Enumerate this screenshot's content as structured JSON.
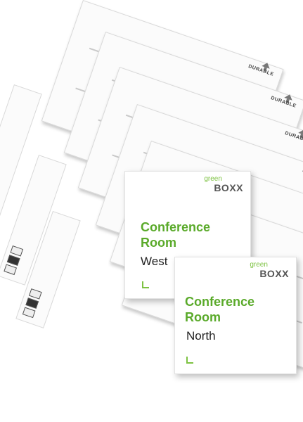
{
  "sheets": {
    "brand_label": "DURABLE",
    "count": 6
  },
  "cards": [
    {
      "logo_green": "green",
      "logo_boxx": "BOXX",
      "title": "Conference Room",
      "room": "West"
    },
    {
      "logo_green": "green",
      "logo_boxx": "BOXX",
      "title": "Conference Room",
      "room": "North"
    }
  ],
  "colors": {
    "accent_green": "#5aaa2a",
    "logo_green": "#7dc242"
  }
}
